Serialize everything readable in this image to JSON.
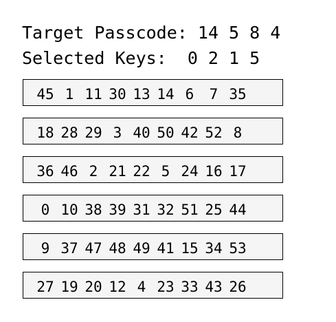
{
  "header": {
    "target_label": "Target Passcode:",
    "target_value": "14 5 8 4",
    "selected_label": "Selected Keys:",
    "selected_value": "0 2 1 5"
  },
  "keypad": {
    "rows": [
      [
        "45",
        "1",
        "11",
        "30",
        "13",
        "14",
        "6",
        "7",
        "35"
      ],
      [
        "18",
        "28",
        "29",
        "3",
        "40",
        "50",
        "42",
        "52",
        "8"
      ],
      [
        "36",
        "46",
        "2",
        "21",
        "22",
        "5",
        "24",
        "16",
        "17"
      ],
      [
        "0",
        "10",
        "38",
        "39",
        "31",
        "32",
        "51",
        "25",
        "44"
      ],
      [
        "9",
        "37",
        "47",
        "48",
        "49",
        "41",
        "15",
        "34",
        "53"
      ],
      [
        "27",
        "19",
        "20",
        "12",
        "4",
        "23",
        "33",
        "43",
        "26"
      ]
    ]
  },
  "colors": {
    "row_background": "#f5f5f5",
    "row_border": "#000000",
    "text": "#000000"
  }
}
